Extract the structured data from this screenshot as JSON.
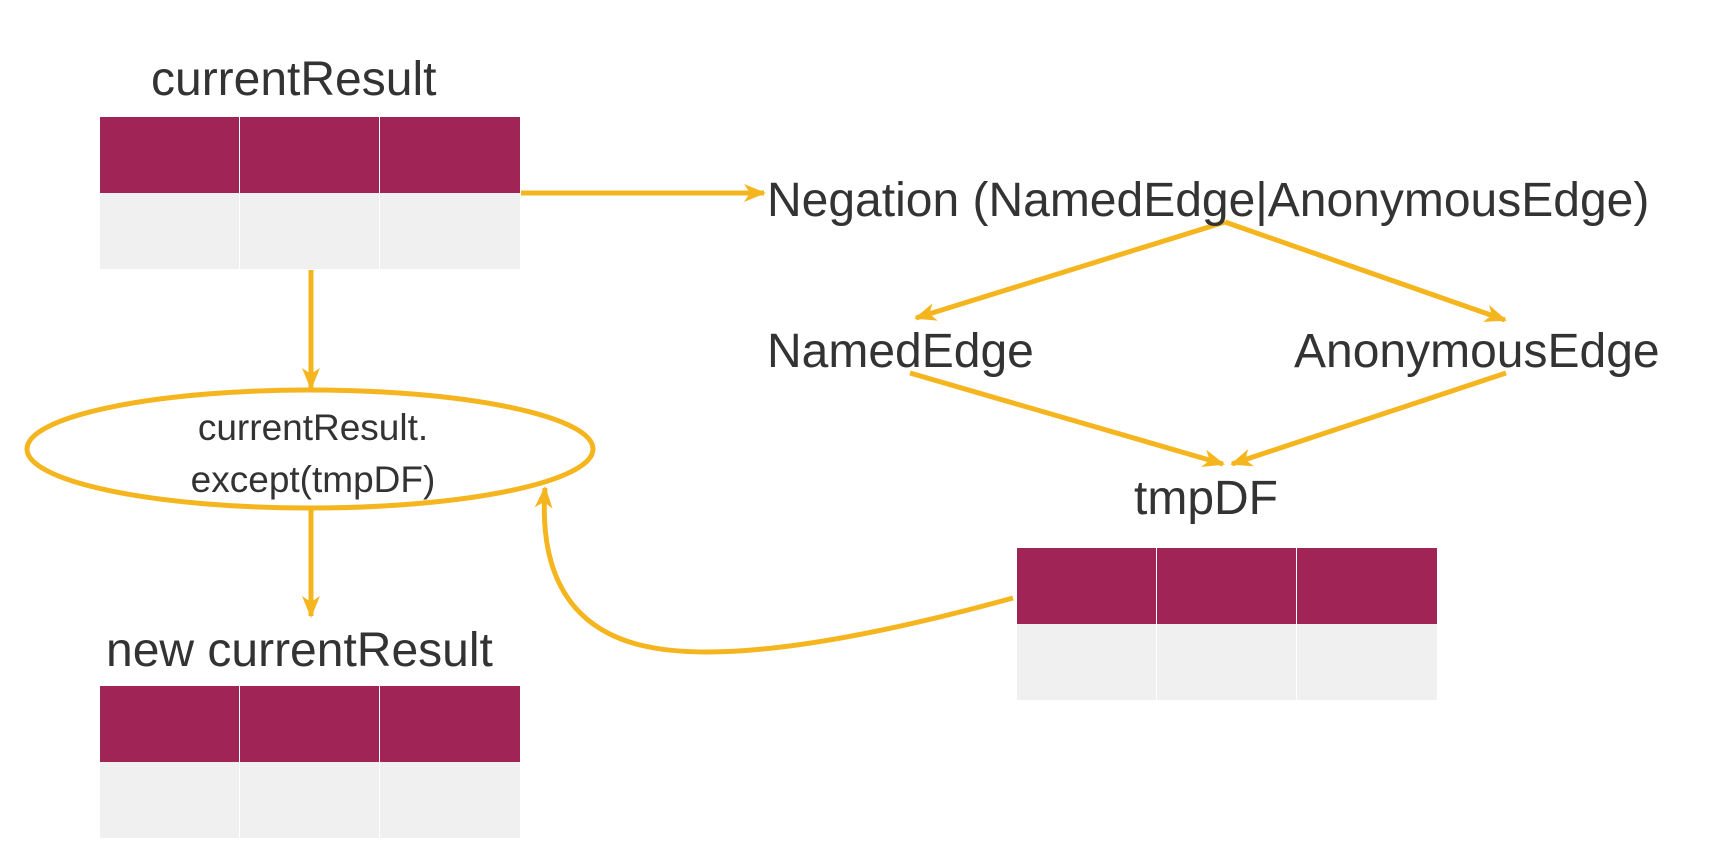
{
  "tables": {
    "current_result": {
      "title": "currentResult",
      "columns": 3,
      "rows": 1
    },
    "new_current_result": {
      "title": "new currentResult",
      "columns": 3,
      "rows": 1
    },
    "tmp_df": {
      "title": "tmpDF",
      "columns": 3,
      "rows": 1
    }
  },
  "nodes": {
    "negation": "Negation (NamedEdge|AnonymousEdge)",
    "named_edge": "NamedEdge",
    "anonymous_edge": "AnonymousEdge"
  },
  "operation": {
    "line1": "currentResult.",
    "line2": "except(tmpDF)"
  },
  "colors": {
    "header": "#a02556",
    "body": "#f0f0f0",
    "arrow": "#f5b51e",
    "text": "#333333"
  }
}
